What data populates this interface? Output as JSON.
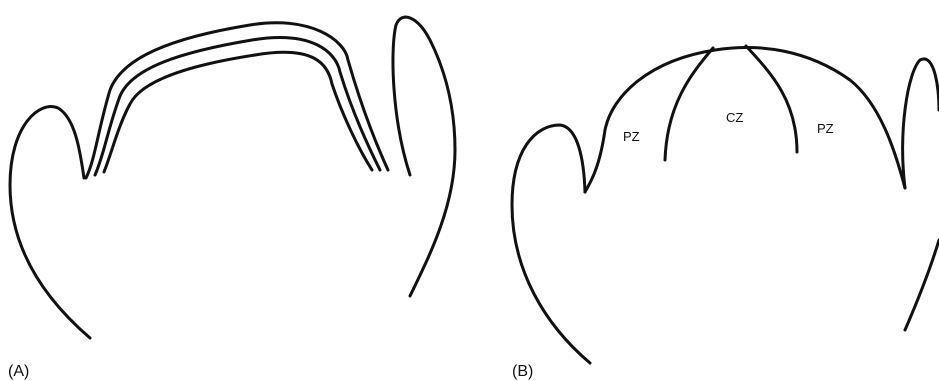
{
  "panels": [
    {
      "id": "A",
      "caption": "(A)"
    },
    {
      "id": "B",
      "caption": "(B)",
      "zones": [
        {
          "label": "PZ"
        },
        {
          "label": "CZ"
        },
        {
          "label": "PZ"
        }
      ]
    }
  ],
  "colors": {
    "stroke": "#111111",
    "background": "#ffffff"
  }
}
